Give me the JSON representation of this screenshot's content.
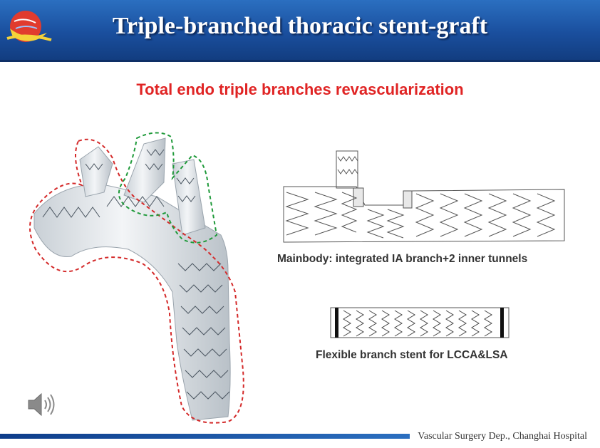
{
  "header": {
    "title": "Triple-branched thoracic stent-graft"
  },
  "slide": {
    "subtitle": "Total endo triple branches revascularization",
    "mainbody_caption": "Mainbody:  integrated IA branch+2 inner tunnels",
    "branch_caption": "Flexible branch stent for LCCA&LSA"
  },
  "footer": {
    "text": "Vascular Surgery Dep., Changhai Hospital"
  },
  "colors": {
    "header_blue": "#1a4f9e",
    "subtitle_red": "#e02424",
    "outline_red": "#d42a2a",
    "outline_green": "#1f9a3a"
  }
}
